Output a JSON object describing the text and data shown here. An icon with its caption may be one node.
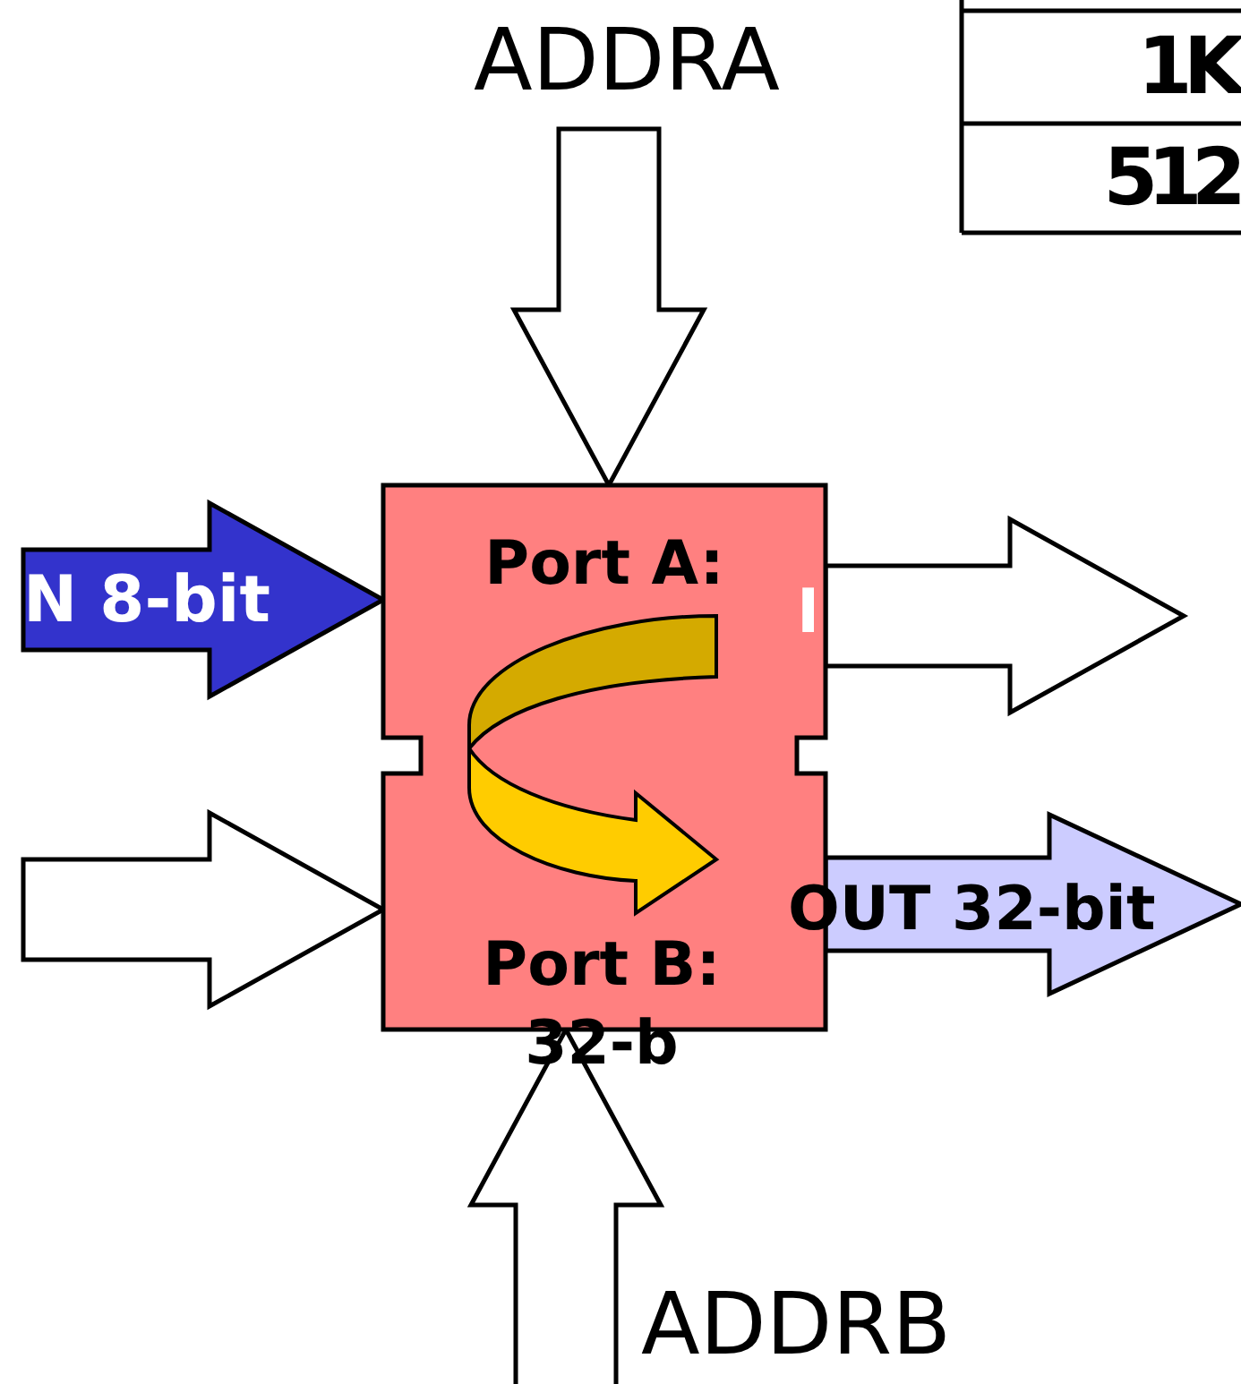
{
  "diagram": {
    "nodes": [
      {
        "text": [
          "ADDRA"
        ]
      },
      {
        "text": [
          "Port A:",
          "Port B: 32-b"
        ]
      }
    ],
    "edges": [
      {
        "from": 0,
        "to": 1,
        "arrow": "to"
      },
      {
        "from": null,
        "to": 1,
        "arrow": "to",
        "label": "N 8-bit",
        "color": "#3333cc"
      },
      {
        "from": 1,
        "to": null,
        "arrow": "to"
      },
      {
        "from": null,
        "to": 1,
        "arrow": "to"
      },
      {
        "from": 1,
        "to": null,
        "arrow": "to",
        "label": "OUT 32-bit",
        "color": "#ccccff"
      },
      {
        "from": null,
        "to": 1,
        "arrow": "to"
      }
    ],
    "labels": [
      "1K",
      "512",
      "I",
      "ADDRB"
    ]
  }
}
